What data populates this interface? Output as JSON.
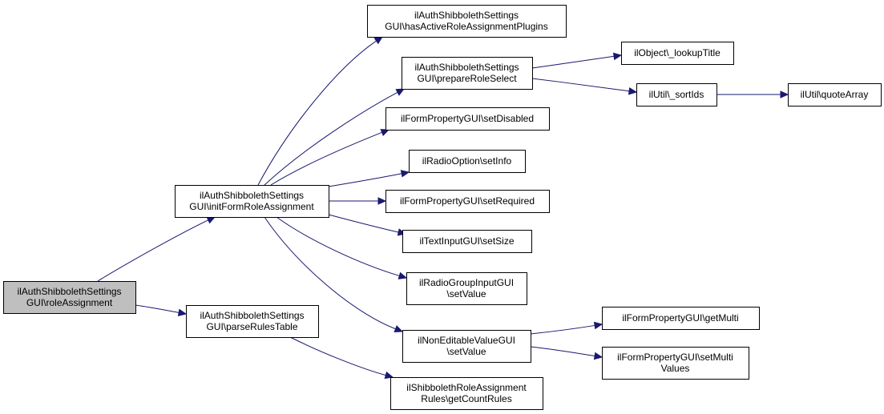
{
  "diagram": {
    "type": "call-graph",
    "colors": {
      "edge": "#191970",
      "root_fill": "#bfbfbf",
      "node_fill": "#ffffff",
      "border": "#000000"
    },
    "nodes": [
      {
        "id": "roleAssignment",
        "lines": [
          "ilAuthShibbolethSettings",
          "GUI\\roleAssignment"
        ],
        "root": true
      },
      {
        "id": "initFormRoleAssignment",
        "lines": [
          "ilAuthShibbolethSettings",
          "GUI\\initFormRoleAssignment"
        ]
      },
      {
        "id": "parseRulesTable",
        "lines": [
          "ilAuthShibbolethSettings",
          "GUI\\parseRulesTable"
        ]
      },
      {
        "id": "hasActiveRoleAssignmentPlugins",
        "lines": [
          "ilAuthShibbolethSettings",
          "GUI\\hasActiveRoleAssignmentPlugins"
        ]
      },
      {
        "id": "prepareRoleSelect",
        "lines": [
          "ilAuthShibbolethSettings",
          "GUI\\prepareRoleSelect"
        ]
      },
      {
        "id": "setDisabled",
        "lines": [
          "ilFormPropertyGUI\\setDisabled"
        ]
      },
      {
        "id": "setInfo",
        "lines": [
          "ilRadioOption\\setInfo"
        ]
      },
      {
        "id": "setRequired",
        "lines": [
          "ilFormPropertyGUI\\setRequired"
        ]
      },
      {
        "id": "setSize",
        "lines": [
          "ilTextInputGUI\\setSize"
        ]
      },
      {
        "id": "radioSetValue",
        "lines": [
          "ilRadioGroupInputGUI",
          "\\setValue"
        ]
      },
      {
        "id": "nonEditableSetValue",
        "lines": [
          "ilNonEditableValueGUI",
          "\\setValue"
        ]
      },
      {
        "id": "getCountRules",
        "lines": [
          "ilShibbolethRoleAssignment",
          "Rules\\getCountRules"
        ]
      },
      {
        "id": "lookupTitle",
        "lines": [
          "ilObject\\_lookupTitle"
        ]
      },
      {
        "id": "sortIds",
        "lines": [
          "ilUtil\\_sortIds"
        ]
      },
      {
        "id": "quoteArray",
        "lines": [
          "ilUtil\\quoteArray"
        ]
      },
      {
        "id": "getMulti",
        "lines": [
          "ilFormPropertyGUI\\getMulti"
        ]
      },
      {
        "id": "setMultiValues",
        "lines": [
          "ilFormPropertyGUI\\setMulti",
          "Values"
        ]
      }
    ],
    "edges": [
      {
        "from": "roleAssignment",
        "to": "initFormRoleAssignment"
      },
      {
        "from": "roleAssignment",
        "to": "parseRulesTable"
      },
      {
        "from": "initFormRoleAssignment",
        "to": "hasActiveRoleAssignmentPlugins"
      },
      {
        "from": "initFormRoleAssignment",
        "to": "prepareRoleSelect"
      },
      {
        "from": "initFormRoleAssignment",
        "to": "setDisabled"
      },
      {
        "from": "initFormRoleAssignment",
        "to": "setInfo"
      },
      {
        "from": "initFormRoleAssignment",
        "to": "setRequired"
      },
      {
        "from": "initFormRoleAssignment",
        "to": "setSize"
      },
      {
        "from": "initFormRoleAssignment",
        "to": "radioSetValue"
      },
      {
        "from": "initFormRoleAssignment",
        "to": "nonEditableSetValue"
      },
      {
        "from": "parseRulesTable",
        "to": "getCountRules"
      },
      {
        "from": "prepareRoleSelect",
        "to": "lookupTitle"
      },
      {
        "from": "prepareRoleSelect",
        "to": "sortIds"
      },
      {
        "from": "sortIds",
        "to": "quoteArray"
      },
      {
        "from": "nonEditableSetValue",
        "to": "getMulti"
      },
      {
        "from": "nonEditableSetValue",
        "to": "setMultiValues"
      }
    ]
  }
}
